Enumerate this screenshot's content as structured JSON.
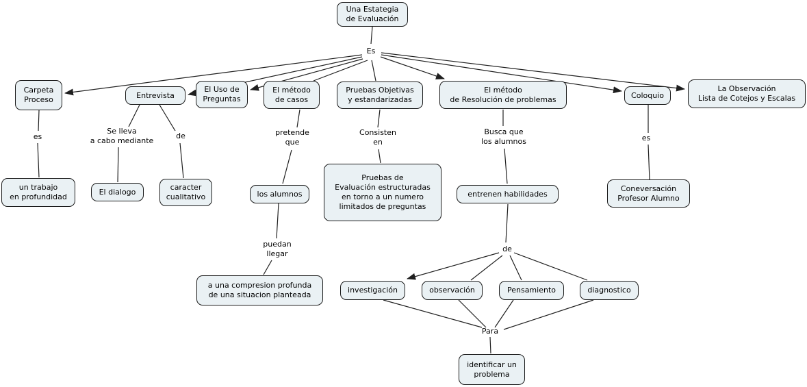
{
  "colors": {
    "background": "#ffffff",
    "node_fill": "#eaf1f4",
    "node_border": "#1a1a1a",
    "line": "#1f1f1f",
    "text": "#000000"
  },
  "nodes": {
    "root": {
      "label": "Una Estategia\nde Evaluación"
    },
    "carpeta_proceso": {
      "label": "Carpeta\nProceso"
    },
    "entrevista": {
      "label": "Entrevista"
    },
    "el_uso_preguntas": {
      "label": "El Uso de\nPreguntas"
    },
    "metodo_casos": {
      "label": "El método\nde casos"
    },
    "pruebas_objetivas": {
      "label": "Pruebas Objetivas\ny estandarizadas"
    },
    "metodo_resolucion": {
      "label": "El método\nde Resolución de problemas"
    },
    "coloquio": {
      "label": "Coloquio"
    },
    "la_observacion": {
      "label": "La Observación\nLista de Cotejos y Escalas"
    },
    "un_trabajo": {
      "label": "un trabajo\nen profundidad"
    },
    "el_dialogo": {
      "label": "El dialogo"
    },
    "caracter_cualitativo": {
      "label": "caracter\ncualitativo"
    },
    "los_alumnos": {
      "label": "los alumnos"
    },
    "pruebas_evaluacion": {
      "label": "Pruebas de\nEvaluación estructuradas\nen torno a un numero\nlimitados de preguntas"
    },
    "entrenen_habilidades": {
      "label": "entrenen habilidades"
    },
    "conversacion": {
      "label": "Coneversación\nProfesor Alumno"
    },
    "compresion": {
      "label": "a una compresion profunda\nde una situacion planteada"
    },
    "investigacion": {
      "label": "investigación"
    },
    "observacion": {
      "label": "observación"
    },
    "pensamiento": {
      "label": "Pensamiento"
    },
    "diagnostico": {
      "label": "diagnostico"
    },
    "identificar_problema": {
      "label": "identificar un\nproblema"
    }
  },
  "linking_phrases": {
    "es_root": {
      "label": "Es"
    },
    "carpeta_es": {
      "label": "es"
    },
    "se_lleva": {
      "label": "Se lleva\na cabo mediante"
    },
    "entrevista_de": {
      "label": "de"
    },
    "pretende_que": {
      "label": "pretende\nque"
    },
    "consisten_en": {
      "label": "Consisten\nen"
    },
    "busca_que": {
      "label": "Busca que\nlos alumnos"
    },
    "coloquio_es": {
      "label": "es"
    },
    "puedan_llegar": {
      "label": "puedan\nllegar"
    },
    "habilidades_de": {
      "label": "de"
    },
    "para": {
      "label": "Para"
    }
  }
}
